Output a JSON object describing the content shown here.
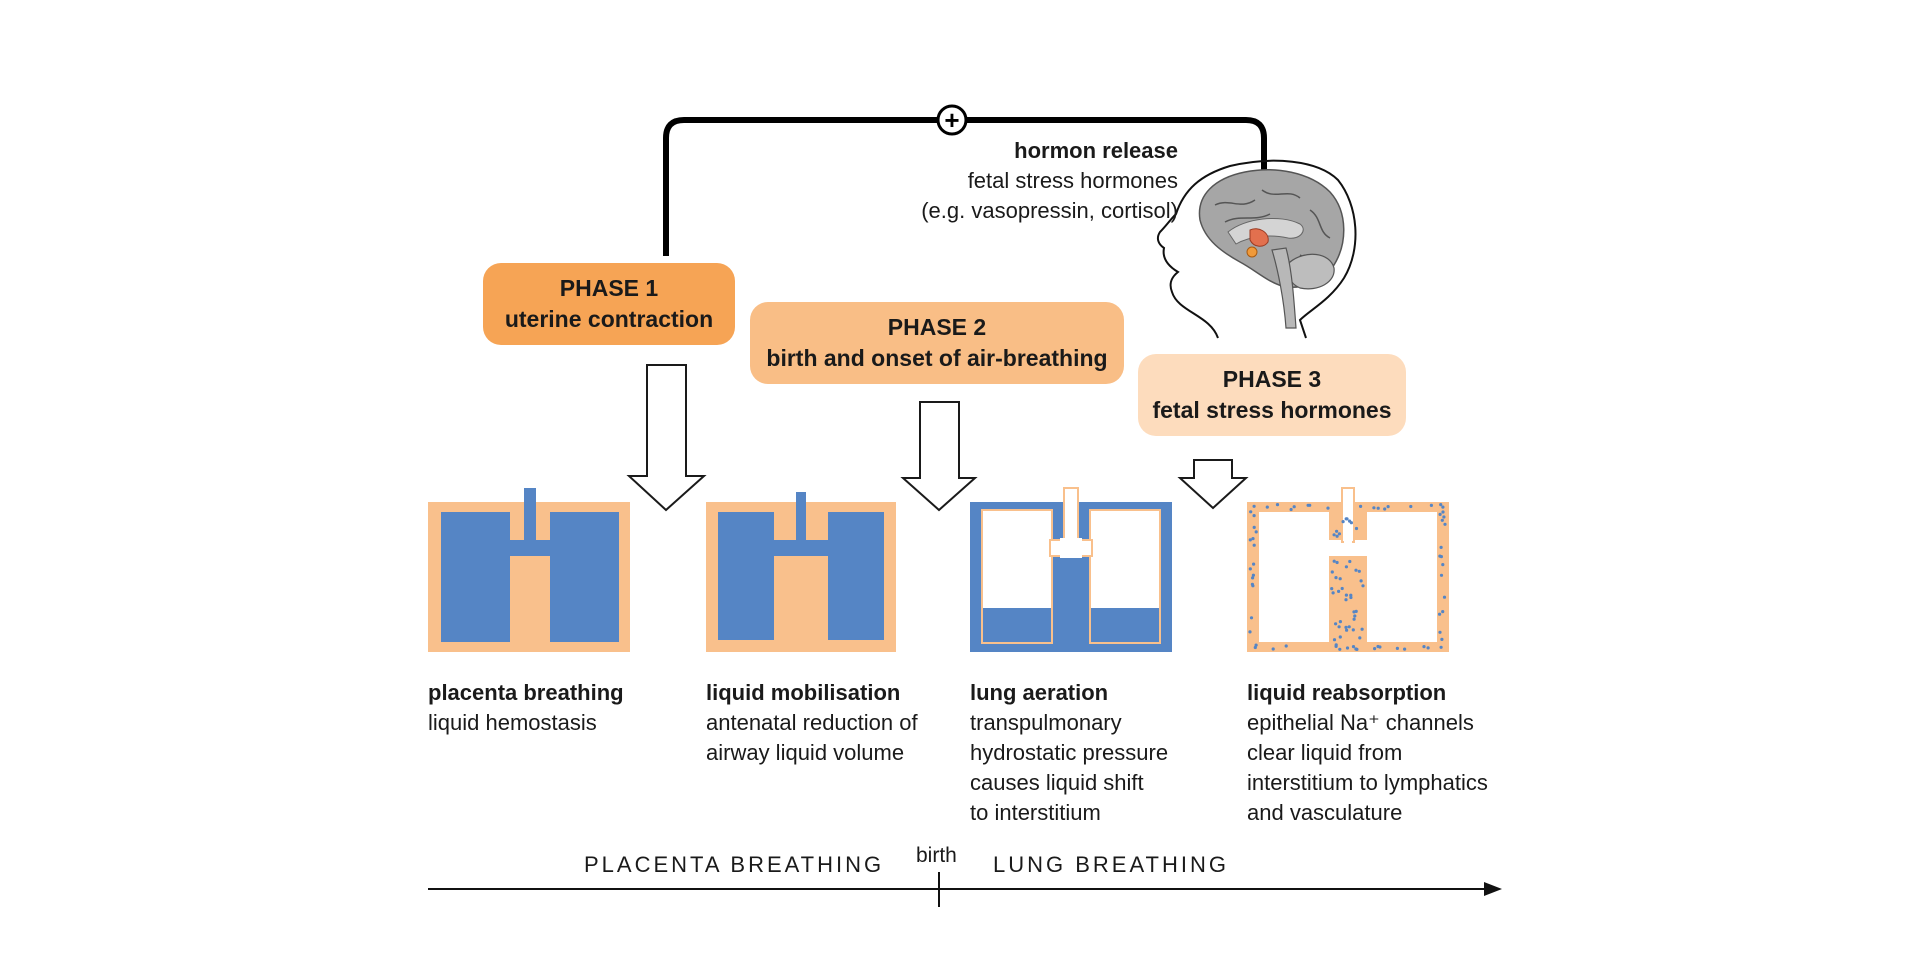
{
  "feedback": {
    "sign": "+",
    "hormone_title": "hormon release",
    "hormone_line1": "fetal stress hormones",
    "hormone_line2": "(e.g. vasopressin, cortisol)"
  },
  "phases": [
    {
      "title": "PHASE 1",
      "subtitle": "uterine contraction",
      "color": "#f6a455"
    },
    {
      "title": "PHASE 2",
      "subtitle": "birth and onset of air-breathing",
      "color": "#f9be86"
    },
    {
      "title": "PHASE 3",
      "subtitle": "fetal stress hormones",
      "color": "#fddcbd"
    }
  ],
  "stages": [
    {
      "title": "placenta breathing",
      "lines": [
        "liquid hemostasis"
      ]
    },
    {
      "title": "liquid mobilisation",
      "lines": [
        "antenatal reduction of",
        "airway liquid volume"
      ]
    },
    {
      "title": "lung aeration",
      "lines": [
        "transpulmonary",
        "hydrostatic pressure",
        "causes liquid shift",
        "to interstitium"
      ]
    },
    {
      "title": "liquid reabsorption",
      "lines": [
        "epithelial Na⁺ channels",
        "clear liquid from",
        "interstitium to lymphatics",
        "and vasculature"
      ]
    }
  ],
  "timeline": {
    "left_label": "PLACENTA BREATHING",
    "right_label": "LUNG BREATHING",
    "marker_label": "birth"
  },
  "colors": {
    "liquid_blue": "#5585c5",
    "tissue_orange": "#f9c08c",
    "brain_gray": "#a6a6a6",
    "hypothalamus": "#e2704e",
    "pituitary": "#f09a3a"
  }
}
